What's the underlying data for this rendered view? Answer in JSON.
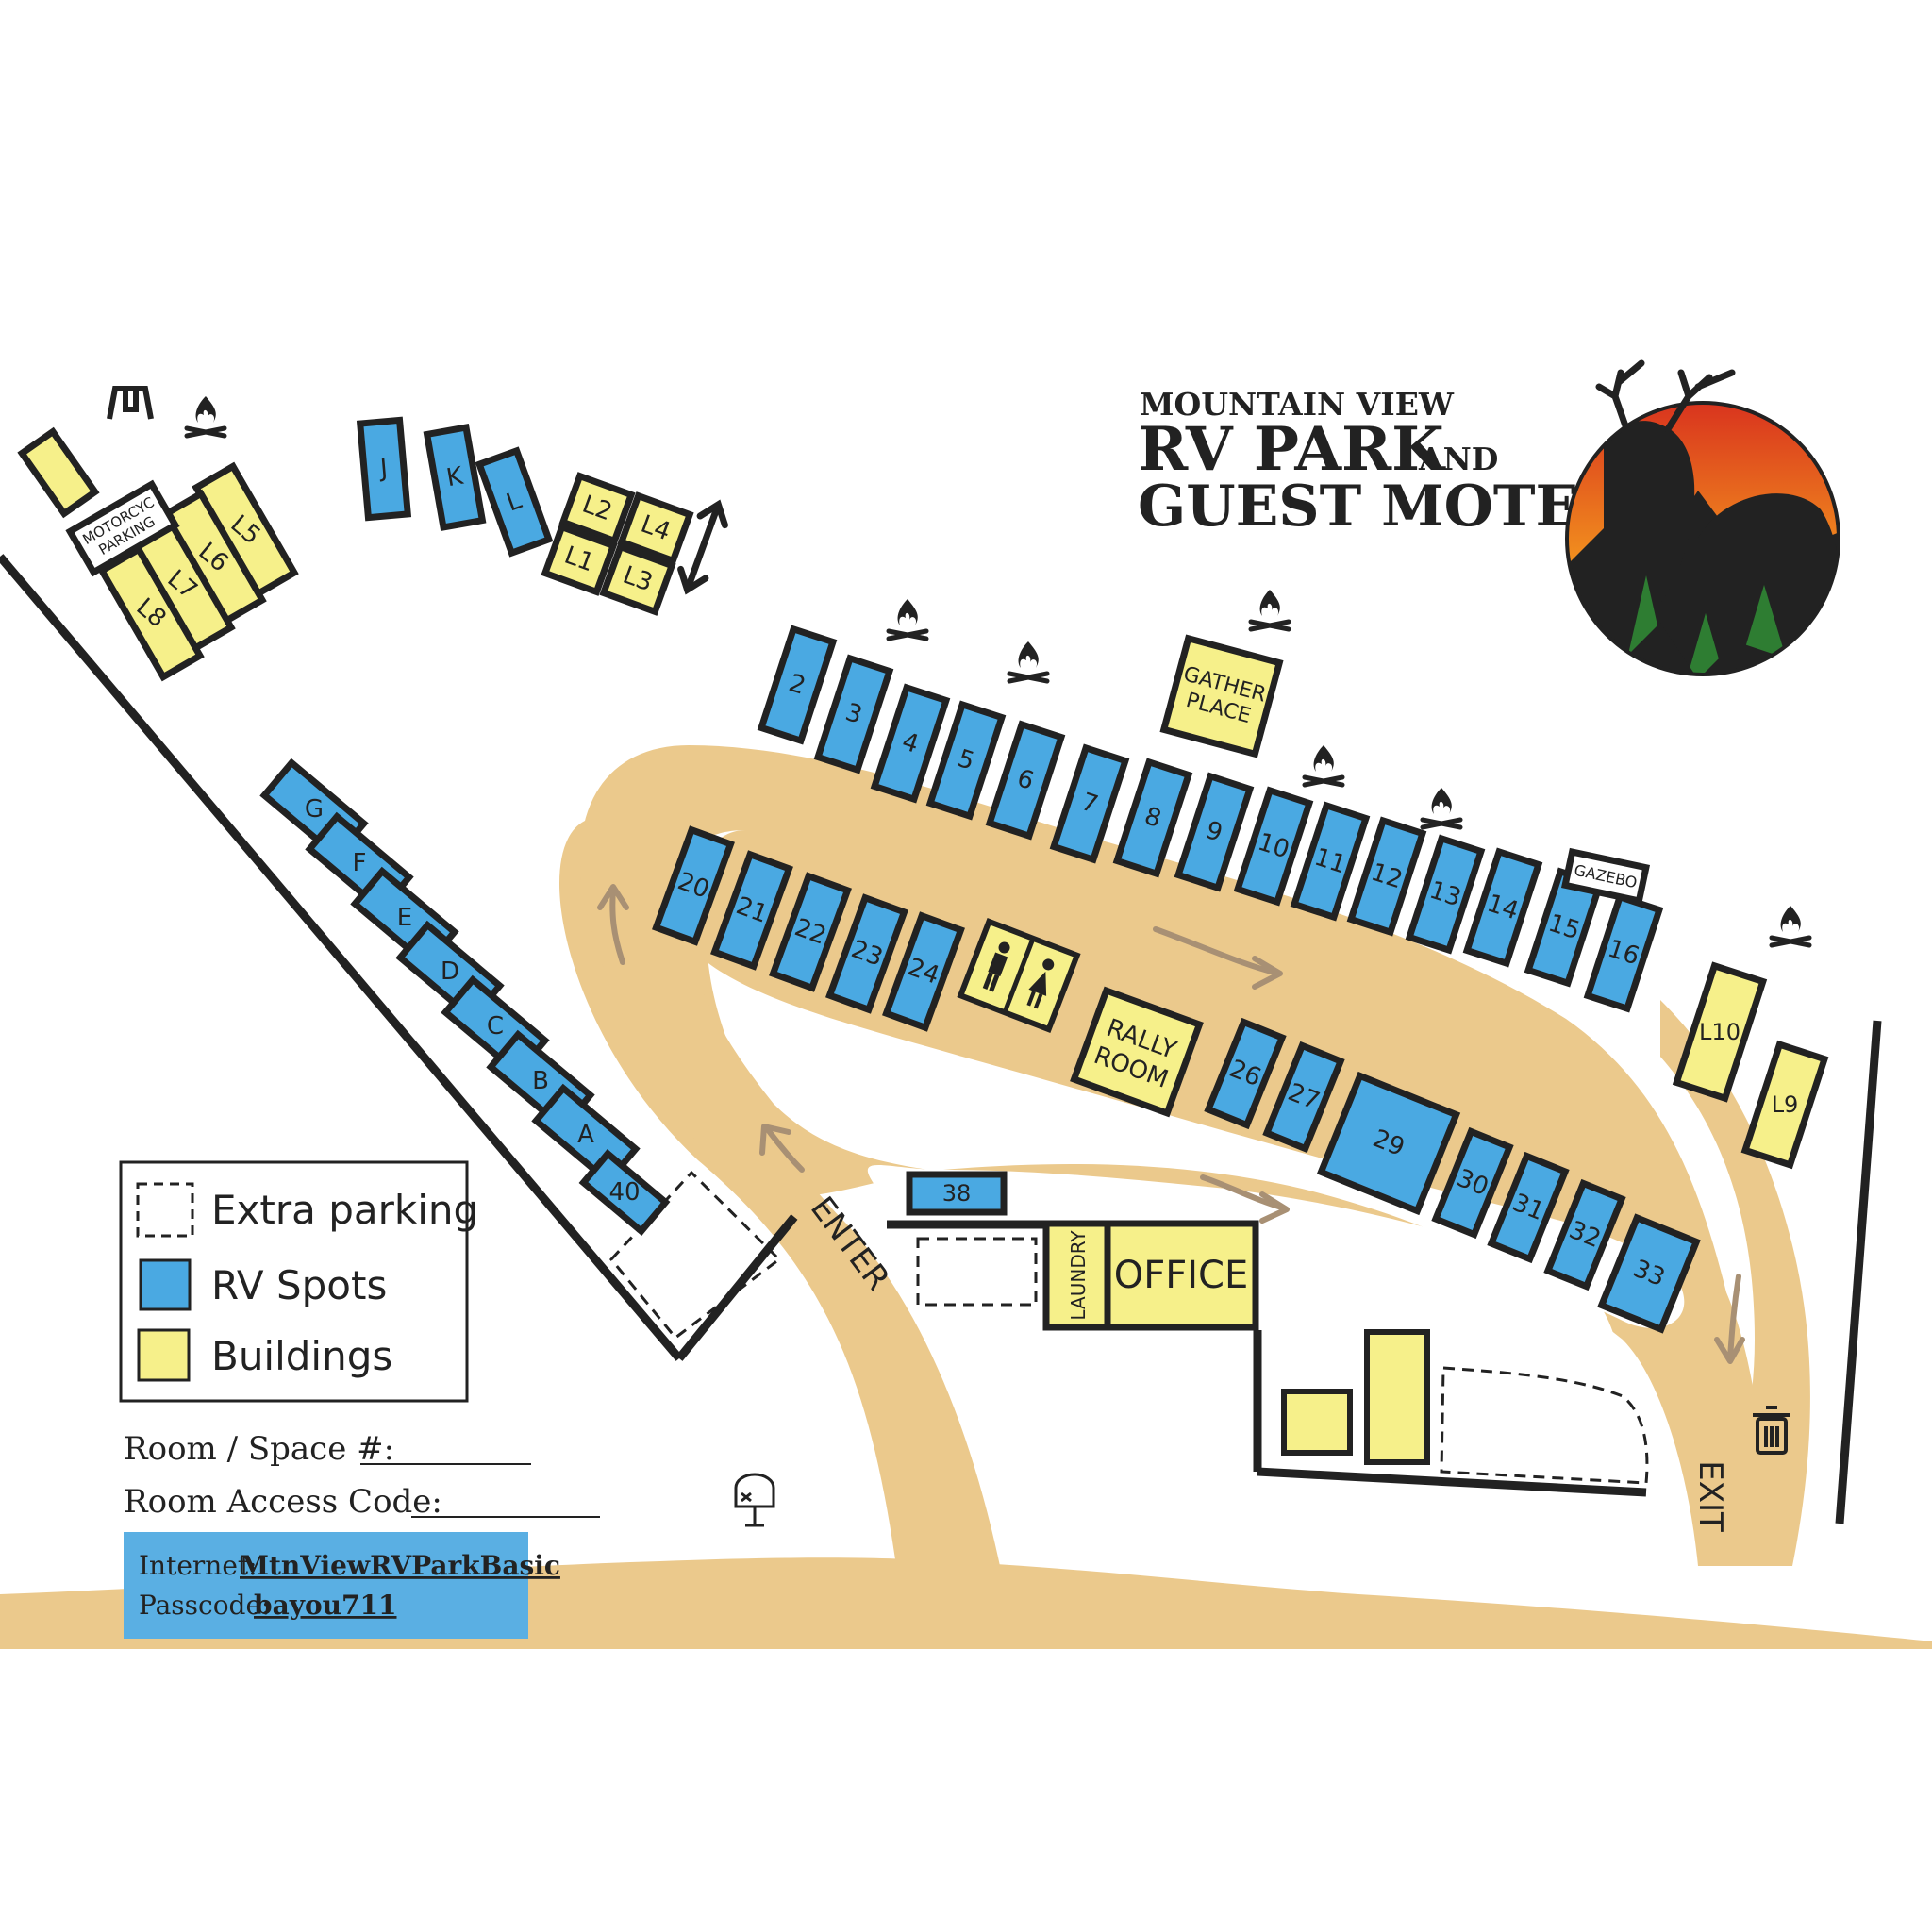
{
  "title": {
    "line1": "MOUNTAIN VIEW",
    "line2a": "RV PARK",
    "line2b": "AND",
    "line3": "GUEST MOTEL"
  },
  "colors": {
    "road": "#ebc98c",
    "rv_spot": "#4aa9e2",
    "building": "#f6f08a",
    "outline": "#222222",
    "wifi_box": "#5aafe3",
    "logo_sky_top": "#d9341e",
    "logo_sky_bottom": "#f7c125",
    "logo_trees": "#2e7d32",
    "arrow": "#a89074"
  },
  "legend": {
    "extra_parking": "Extra parking",
    "rv_spots": "RV Spots",
    "buildings": "Buildings"
  },
  "form": {
    "room_space": "Room / Space #:",
    "access_code": "Room Access Code:"
  },
  "wifi": {
    "internet_label": "Internet:",
    "internet_value": "MtnViewRVParkBasic",
    "passcode_label": "Passcode:",
    "passcode_value": "bayou711"
  },
  "road_labels": {
    "enter": "ENTER",
    "exit": "EXIT"
  },
  "buildings": {
    "motorcycle_line1": "MOTORCYC",
    "motorcycle_line2": "PARKING",
    "gather_line1": "GATHER",
    "gather_line2": "PLACE",
    "gazebo": "GAZEBO",
    "rally_line1": "RALLY",
    "rally_line2": "ROOM",
    "laundry": "LAUNDRY",
    "office": "OFFICE",
    "lodge_top": [
      "L2",
      "L4",
      "L1",
      "L3"
    ],
    "lodge_left": [
      "L5",
      "L6",
      "L7",
      "L8"
    ],
    "lodge_right": [
      "L10",
      "L9"
    ]
  },
  "rv_spots": {
    "letters_top": [
      "J",
      "K",
      "L"
    ],
    "letters_left": [
      "G",
      "F",
      "E",
      "D",
      "C",
      "B",
      "A",
      "40"
    ],
    "top_row": [
      "2",
      "3",
      "4",
      "5",
      "6",
      "7",
      "8",
      "9",
      "10",
      "11",
      "12",
      "13",
      "14",
      "15",
      "16"
    ],
    "inner_left": [
      "20",
      "21",
      "22",
      "23",
      "24"
    ],
    "inner_right": [
      "26",
      "27",
      "29",
      "30",
      "31",
      "32",
      "33"
    ],
    "near_office": "38"
  },
  "icons": {
    "campfire": "campfire-icon",
    "swing": "swing-icon",
    "restroom": "restroom-icon",
    "mailbox": "mailbox-icon",
    "trash": "trash-icon",
    "logo": "deer-bear-mountain-logo",
    "two_way_arrow": "two-way-arrow-icon",
    "direction_arrow": "direction-arrow-icon"
  }
}
